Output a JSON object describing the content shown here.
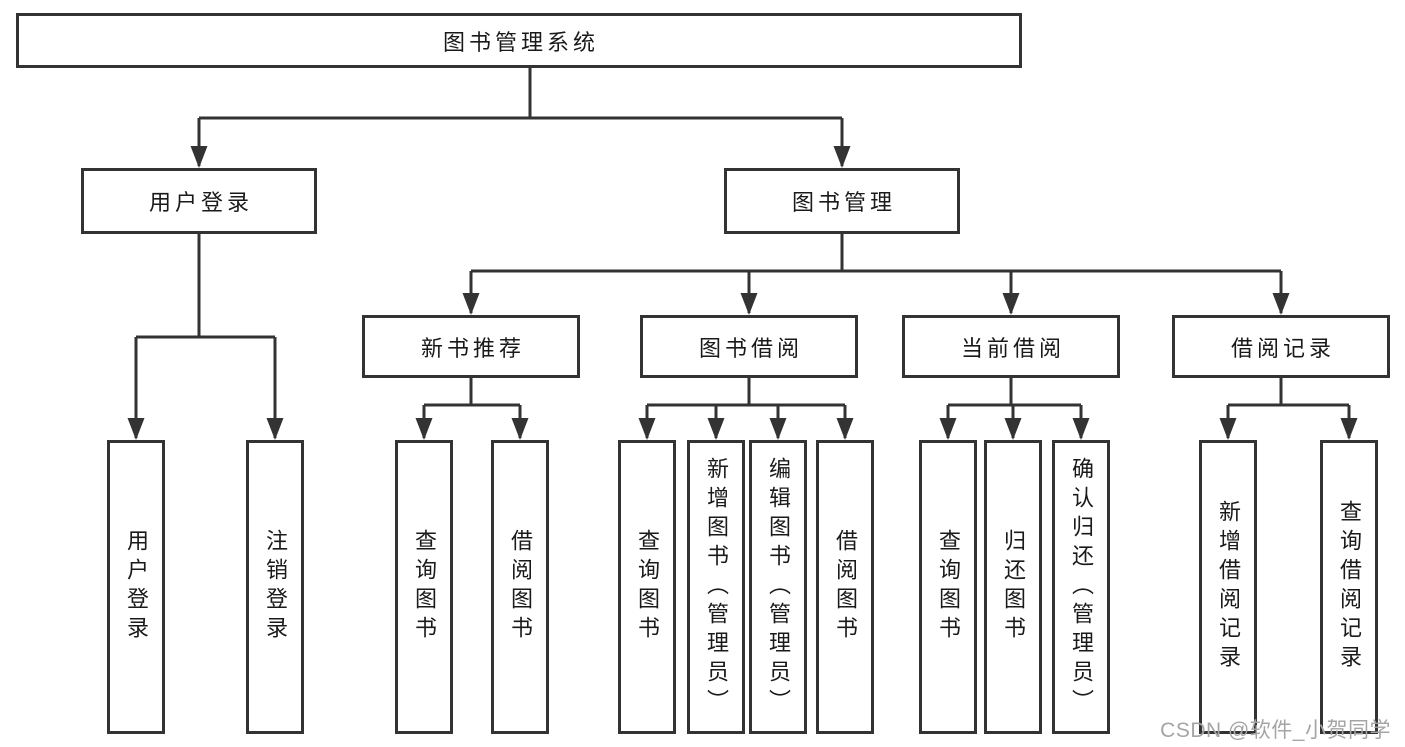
{
  "colors": {
    "line": "#333333",
    "text": "#1a1a1a",
    "bg": "#ffffff",
    "wm": "#a5a5a5"
  },
  "hierarchy": {
    "root": "图书管理系统",
    "children": [
      {
        "label": "用户登录",
        "children": [
          "用户登录",
          "注销登录"
        ]
      },
      {
        "label": "图书管理",
        "children": [
          {
            "label": "新书推荐",
            "children": [
              "查询图书",
              "借阅图书"
            ]
          },
          {
            "label": "图书借阅",
            "children": [
              "查询图书",
              "新增图书（管理员）",
              "编辑图书（管理员）",
              "借阅图书"
            ]
          },
          {
            "label": "当前借阅",
            "children": [
              "查询图书",
              "归还图书",
              "确认归还（管理员）"
            ]
          },
          {
            "label": "借阅记录",
            "children": [
              "新增借阅记录",
              "查询借阅记录"
            ]
          }
        ]
      }
    ]
  },
  "watermark": {
    "text": "CSDN @软件_小贺同学"
  }
}
